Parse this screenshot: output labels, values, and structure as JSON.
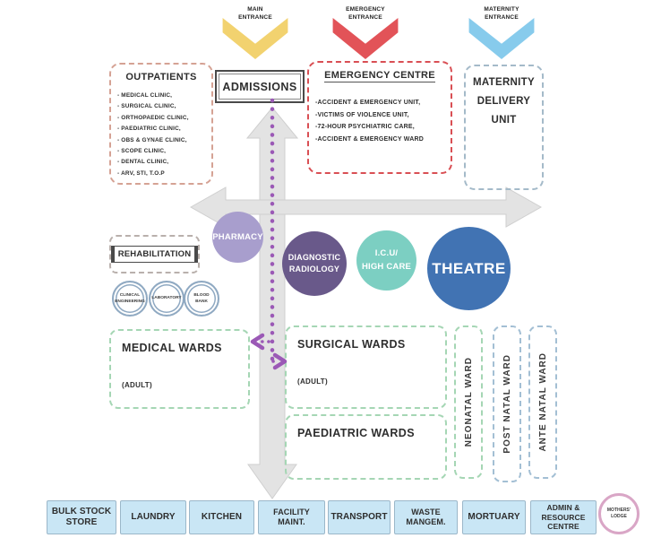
{
  "entrances": {
    "main": {
      "label": "MAIN\nENTRANCE"
    },
    "emergency": {
      "label": "EMERGENCY\nENTRANCE"
    },
    "maternity": {
      "label": "MATERNITY\nENTRANCE"
    }
  },
  "outpatients": {
    "title": "OUTPATIENTS",
    "items": [
      "- MEDICAL CLINIC,",
      "- SURGICAL CLINIC,",
      "- ORTHOPAEDIC CLINIC,",
      "- PAEDIATRIC CLINIC,",
      "- OBS & GYNAE CLINIC,",
      "- SCOPE CLINIC,",
      "- DENTAL CLINIC,",
      "- ARV, STI, T.O.P"
    ]
  },
  "admissions": {
    "label": "ADMISSIONS"
  },
  "emergency_centre": {
    "title": "EMERGENCY CENTRE",
    "items": [
      "-ACCIDENT & EMERGENCY UNIT,",
      "-VICTIMS OF VIOLENCE UNIT,",
      "-72-HOUR PSYCHIATRIC CARE,",
      "-ACCIDENT & EMERGENCY WARD"
    ]
  },
  "maternity_unit": {
    "title": "MATERNITY\nDELIVERY\nUNIT"
  },
  "departments": {
    "pharmacy": "PHARMACY",
    "radiology": "DIAGNOSTIC\nRADIOLOGY",
    "icu": "I.C.U/\nHIGH CARE",
    "theatre": "THEATRE"
  },
  "rehabilitation": {
    "title": "REHABILITATION"
  },
  "support_circles": [
    "CLINICAL\nENGINEERING",
    "LABORATORY",
    "BLOOD\nBANK"
  ],
  "wards": {
    "medical": {
      "title": "MEDICAL WARDS",
      "subtitle": "(ADULT)"
    },
    "surgical": {
      "title": "SURGICAL WARDS",
      "subtitle": "(ADULT)"
    },
    "paediatric": {
      "title": "PAEDIATRIC WARDS"
    },
    "neonatal": "NEONATAL WARD",
    "postnatal": "POST NATAL WARD",
    "antenatal": "ANTE NATAL WARD"
  },
  "services": [
    "BULK STOCK\nSTORE",
    "LAUNDRY",
    "KITCHEN",
    "FACILITY MAINT.",
    "TRANSPORT",
    "WASTE MANGEM.",
    "MORTUARY",
    "ADMIN &\nRESOURCE CENTRE"
  ],
  "mothers_lodge": "MOTHERS'\nLODGE",
  "colors": {
    "main_entrance": "#f2d26f",
    "emergency_entrance": "#e25358",
    "maternity_entrance": "#87cbec",
    "outpatients_border": "#d5a294",
    "emergency_border": "#d94f54",
    "maternity_border": "#a4bac9",
    "pharmacy": "#a89ecd",
    "radiology": "#69598a",
    "icu": "#7ccfc2",
    "theatre": "#4173b3",
    "ward_border_green": "#a5d6b4",
    "ward_border_blue": "#a3bfd4",
    "rehab_border": "#b9b0ac",
    "service_fill": "#c9e6f5",
    "lodge_ring": "#d9a6c6",
    "arrow_gray": "#e3e3e3",
    "flow_dots": "#9b59b6"
  }
}
